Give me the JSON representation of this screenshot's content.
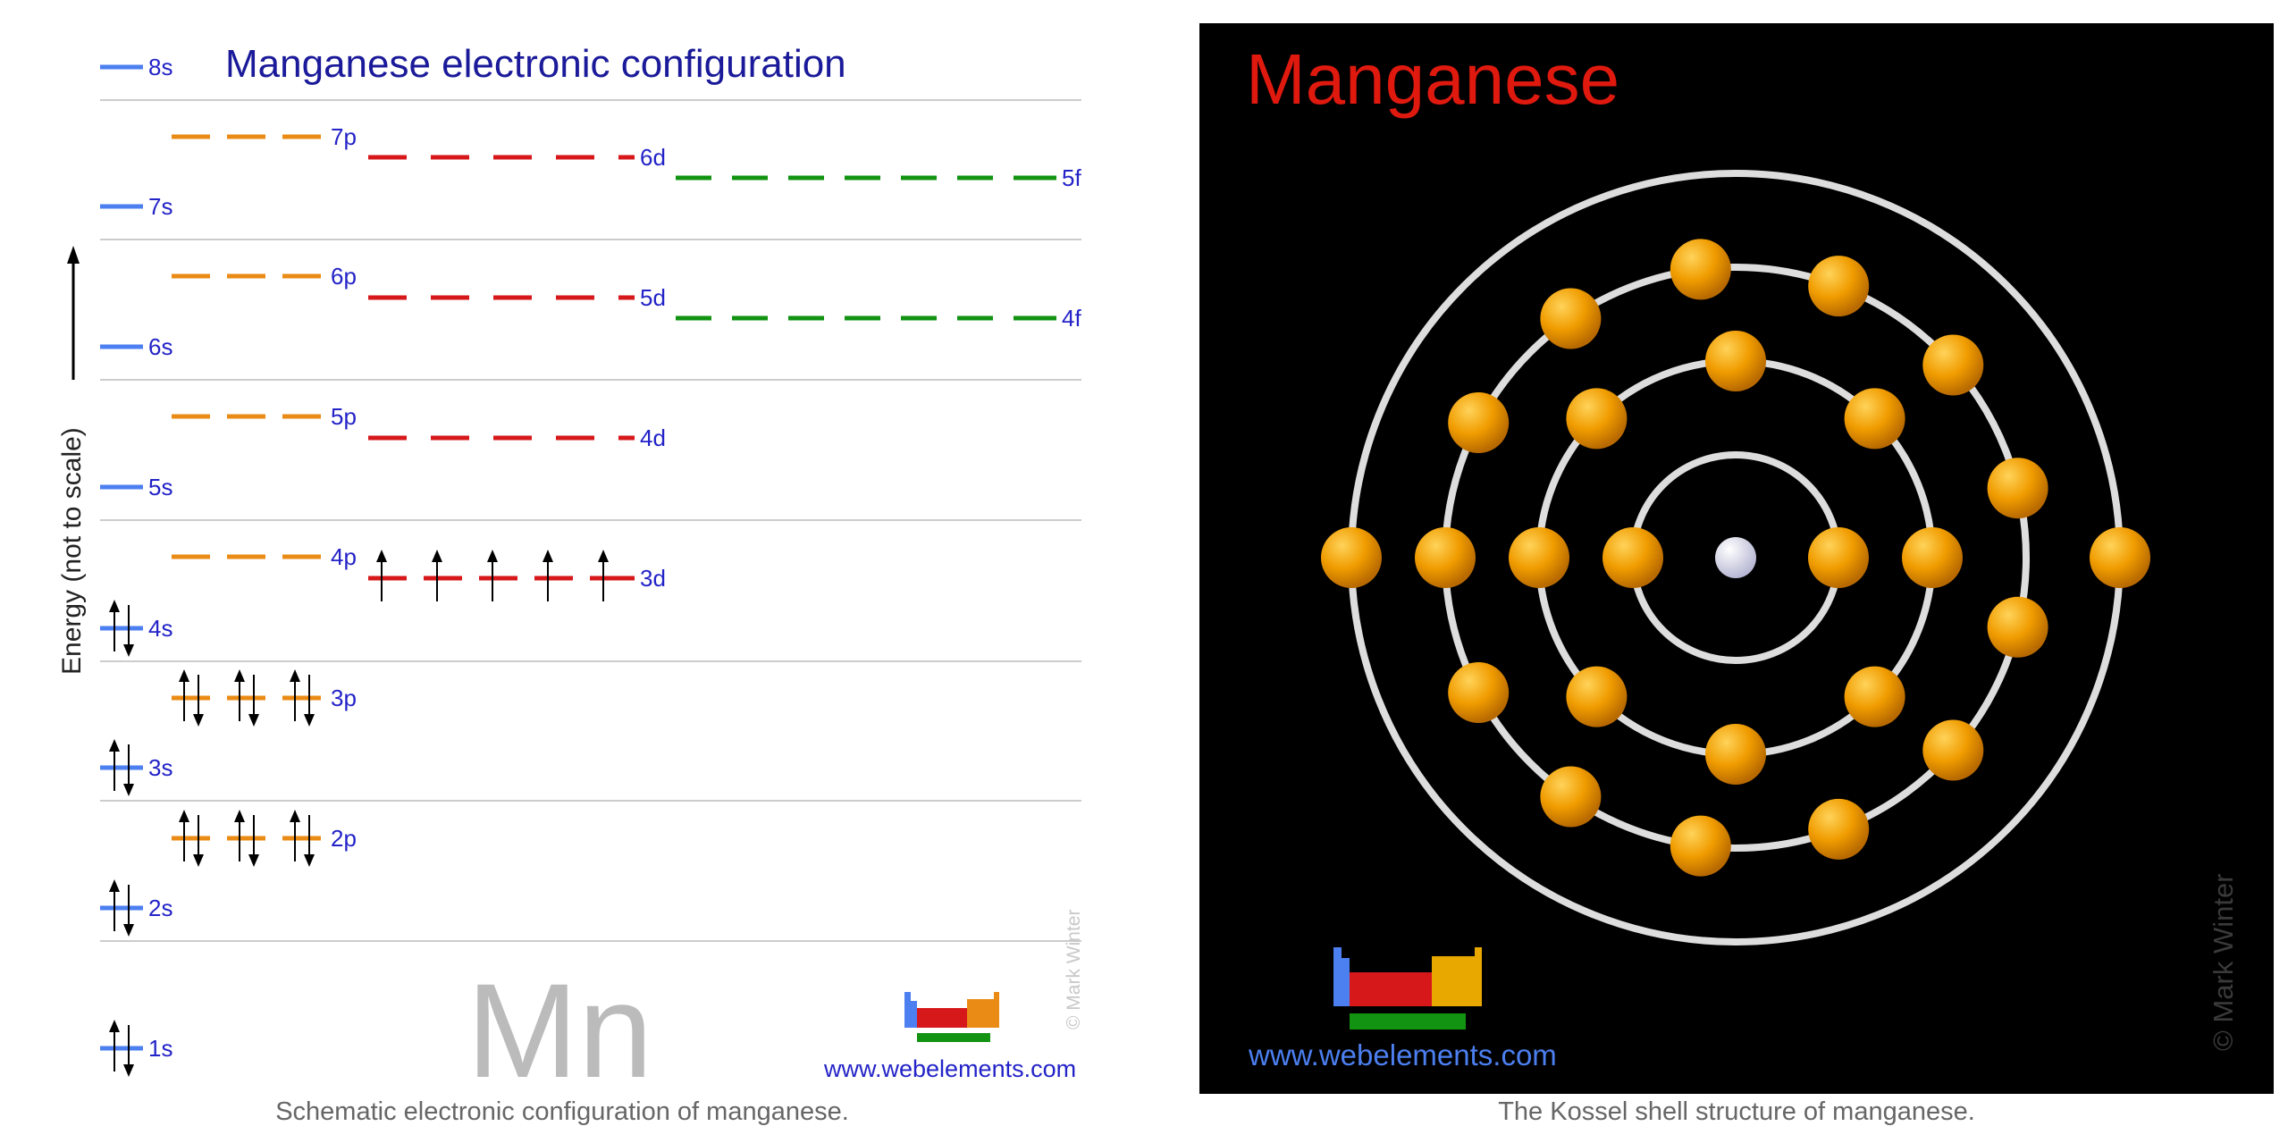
{
  "left": {
    "title": "Manganese electronic configuration",
    "energy_axis_label": "Energy (not to scale)",
    "element_symbol": "Mn",
    "copyright": "© Mark Winter",
    "url": "www.webelements.com",
    "caption": "Schematic electronic configuration of manganese.",
    "orbital_labels": {
      "s8": "8s",
      "s7": "7s",
      "s6": "6s",
      "s5": "5s",
      "s4": "4s",
      "s3": "3s",
      "s2": "2s",
      "s1": "1s",
      "p7": "7p",
      "p6": "6p",
      "p5": "5p",
      "p4": "4p",
      "p3": "3p",
      "p2": "2p",
      "d6": "6d",
      "d5": "5d",
      "d4": "4d",
      "d3": "3d",
      "f5": "5f",
      "f4": "4f"
    },
    "orbitals": [
      {
        "label": "1s",
        "boxes": 1,
        "electrons": 2
      },
      {
        "label": "2s",
        "boxes": 1,
        "electrons": 2
      },
      {
        "label": "2p",
        "boxes": 3,
        "electrons": 6
      },
      {
        "label": "3s",
        "boxes": 1,
        "electrons": 2
      },
      {
        "label": "3p",
        "boxes": 3,
        "electrons": 6
      },
      {
        "label": "4s",
        "boxes": 1,
        "electrons": 2
      },
      {
        "label": "3d",
        "boxes": 5,
        "electrons": 5
      },
      {
        "label": "4p",
        "boxes": 3,
        "electrons": 0
      },
      {
        "label": "5s",
        "boxes": 1,
        "electrons": 0
      },
      {
        "label": "4d",
        "boxes": 5,
        "electrons": 0
      },
      {
        "label": "5p",
        "boxes": 3,
        "electrons": 0
      },
      {
        "label": "6s",
        "boxes": 1,
        "electrons": 0
      },
      {
        "label": "4f",
        "boxes": 7,
        "electrons": 0
      },
      {
        "label": "5d",
        "boxes": 5,
        "electrons": 0
      },
      {
        "label": "6p",
        "boxes": 3,
        "electrons": 0
      },
      {
        "label": "7s",
        "boxes": 1,
        "electrons": 0
      },
      {
        "label": "5f",
        "boxes": 7,
        "electrons": 0
      },
      {
        "label": "6d",
        "boxes": 5,
        "electrons": 0
      },
      {
        "label": "7p",
        "boxes": 3,
        "electrons": 0
      },
      {
        "label": "8s",
        "boxes": 1,
        "electrons": 0
      }
    ],
    "colors": {
      "s": "#4c7ff0",
      "p": "#ea8b16",
      "d": "#d6181b",
      "f": "#129312",
      "label": "#2323c8",
      "title": "#1a1a9a"
    }
  },
  "right": {
    "title": "Manganese",
    "url": "www.webelements.com",
    "copyright": "© Mark Winter",
    "caption": "The Kossel shell structure of manganese.",
    "shell_electrons": [
      2,
      8,
      13,
      2
    ],
    "colors": {
      "title": "#e0190f",
      "electron": "#f0a000",
      "shell": "#dddddd",
      "nucleus": "#e6e6f2"
    }
  }
}
